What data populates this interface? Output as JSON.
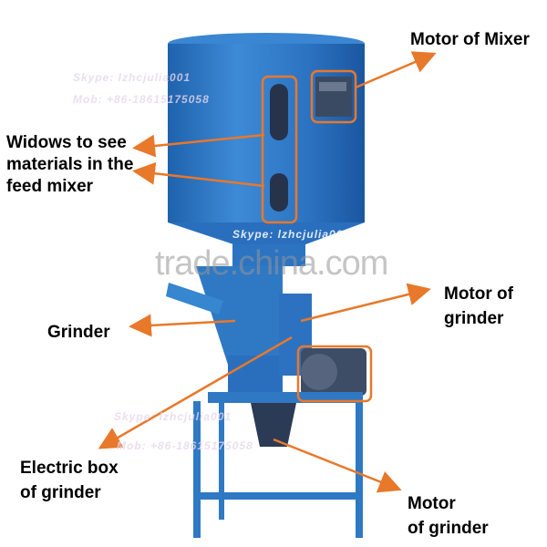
{
  "labels": {
    "motor_of_mixer": "Motor of Mixer",
    "windows": [
      "Widows to see",
      "materials in the",
      "feed mixer"
    ],
    "grinder": "Grinder",
    "motor_of_grinder_top": [
      "Motor of",
      "grinder"
    ],
    "electric_box": [
      "Electric box",
      "of grinder"
    ],
    "motor_of_grinder_bottom": [
      "Motor",
      "of grinder"
    ]
  },
  "watermarks": {
    "skype": "Skype: lzhcjulia001",
    "mob": "Mob: +86-18615175058",
    "site": "trade.china.com"
  },
  "colors": {
    "arrow": "#e8782a",
    "machine": "#2f79c4",
    "text": "#000000"
  }
}
